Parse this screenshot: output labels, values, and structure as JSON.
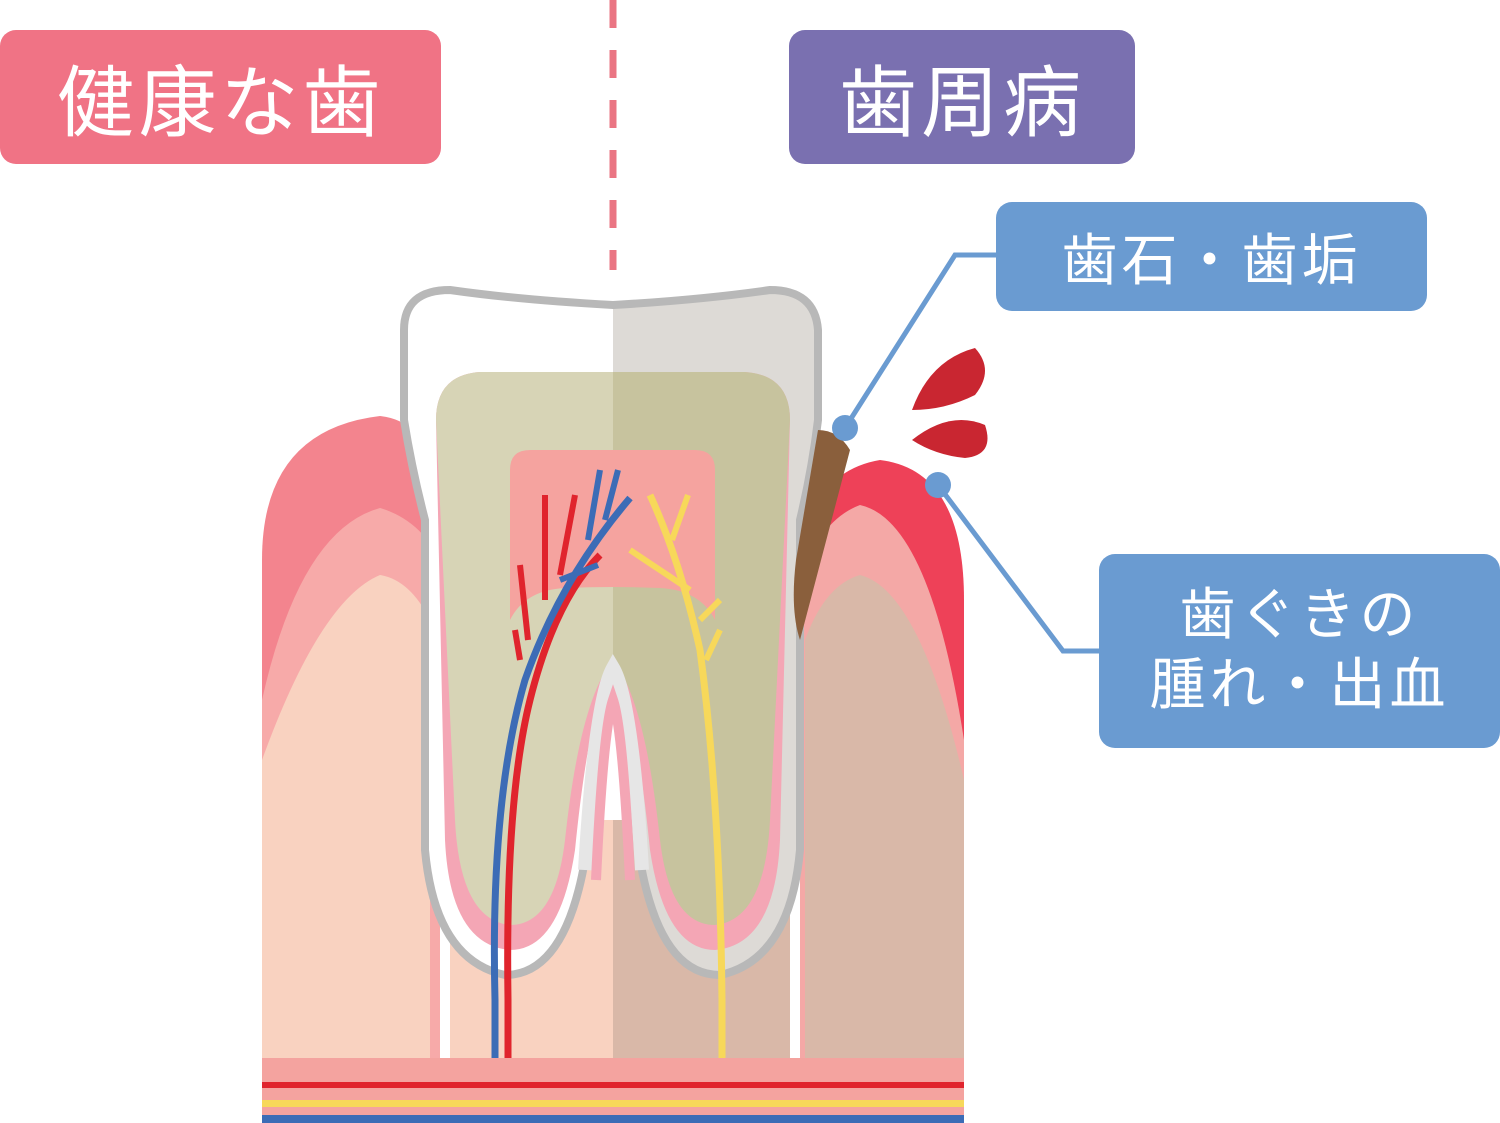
{
  "labels": {
    "healthy": "健康な歯",
    "periodontal": "歯周病",
    "tartar_plaque": "歯石・歯垢",
    "gum_swelling_line1": "歯ぐきの",
    "gum_swelling_line2": "腫れ・出血"
  },
  "colors": {
    "healthy_accent": "#f07385",
    "disease_accent": "#7a70b0",
    "callout_blue": "#6a9bd1",
    "gum_pink": "#f4848f",
    "gum_inflamed": "#ee4158",
    "bone_light": "#f9d2c0",
    "bone_disease": "#d9b8a8",
    "enamel_healthy": "#ffffff",
    "enamel_disease": "#dddad6",
    "dentin_healthy": "#d7d4b6",
    "dentin_disease": "#c7c39e",
    "pulp": "#f5a39f",
    "tartar": "#8a5f3c",
    "blood": "#c92631",
    "artery": "#e0242d",
    "vein": "#3c6cb6",
    "nerve": "#f7d85a"
  }
}
